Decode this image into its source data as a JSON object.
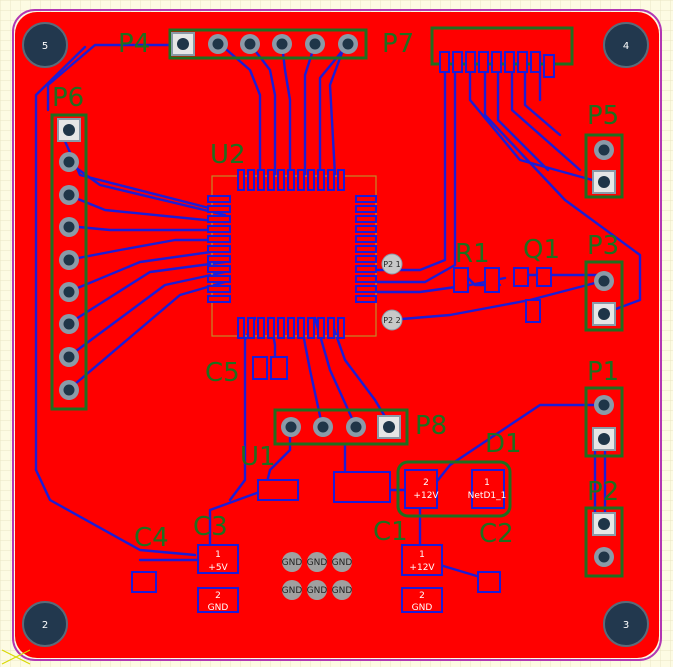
{
  "colors": {
    "background": "#fdfbe3",
    "grid": "#e9e6c4",
    "board_copper": "#ff0000",
    "trace": "#1c1cd6",
    "silkscreen": "#1f6f1f",
    "outline": "#b236b2",
    "pad": "#8a9aa8",
    "hole": "#1f3548",
    "mount_hole": "#22384e",
    "small_text": "#ffffff",
    "gnd_pad": "#a0a0a0"
  },
  "mounting_holes": [
    {
      "label": "5"
    },
    {
      "label": "4"
    },
    {
      "label": "2"
    },
    {
      "label": "3"
    }
  ],
  "designators": {
    "P4": "P4",
    "P7": "P7",
    "P6": "P6",
    "U2": "U2",
    "P5": "P5",
    "R1": "R1",
    "Q1": "Q1",
    "P3": "P3",
    "C5": "C5",
    "P1": "P1",
    "P8": "P8",
    "D1": "D1",
    "U1": "U1",
    "P2": "P2",
    "C4": "C4",
    "C3": "C3",
    "C1": "C1",
    "C2": "C2"
  },
  "pad_labels": {
    "via_p2_1": "P2 1",
    "via_p2_2": "P2 2",
    "c3_pin1_num": "1",
    "c3_pin1_net": "+5V",
    "c3_pin2_num": "2",
    "c3_pin2_net": "GND",
    "c1_pin1_num": "1",
    "c1_pin1_net": "+12V",
    "c1_pin2_num": "2",
    "c1_pin2_net": "GND",
    "d1_pin2_num": "2",
    "d1_pin2_net": "+12V",
    "d1_pin1_num": "1",
    "d1_pin1_net": "NetD1_1"
  },
  "gnd_vias": [
    "GND",
    "GND",
    "GND",
    "GND",
    "GND",
    "GND"
  ]
}
